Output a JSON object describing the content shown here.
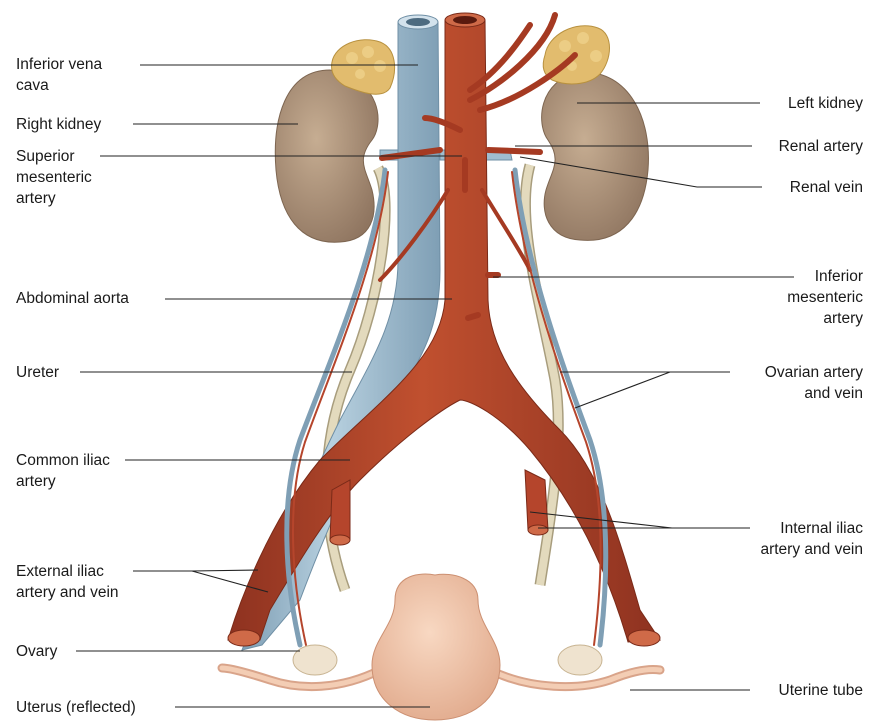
{
  "labels": {
    "ivc": "Inferior vena\ncava",
    "right_kidney": "Right kidney",
    "sma": "Superior\nmesenteric\nartery",
    "aorta": "Abdominal aorta",
    "ureter": "Ureter",
    "common_iliac": "Common iliac\nartery",
    "external_iliac": "External iliac\nartery and vein",
    "ovary": "Ovary",
    "uterus": "Uterus (reflected)",
    "left_kidney": "Left kidney",
    "renal_artery": "Renal artery",
    "renal_vein": "Renal vein",
    "ima": "Inferior\nmesenteric\nartery",
    "ovarian": "Ovarian artery\nand vein",
    "internal_iliac": "Internal iliac\nartery and vein",
    "uterine_tube": "Uterine tube"
  },
  "colors": {
    "artery": "#b5452c",
    "artery_dark": "#8e3220",
    "vein": "#9fbdd0",
    "vein_dark": "#6f8fa5",
    "kidney": "#b79c80",
    "kidney_dark": "#8f7560",
    "adrenal": "#e2bc6e",
    "ureter": "#ddd3b4",
    "uterus": "#f1c7ad",
    "leader": "#222222"
  }
}
